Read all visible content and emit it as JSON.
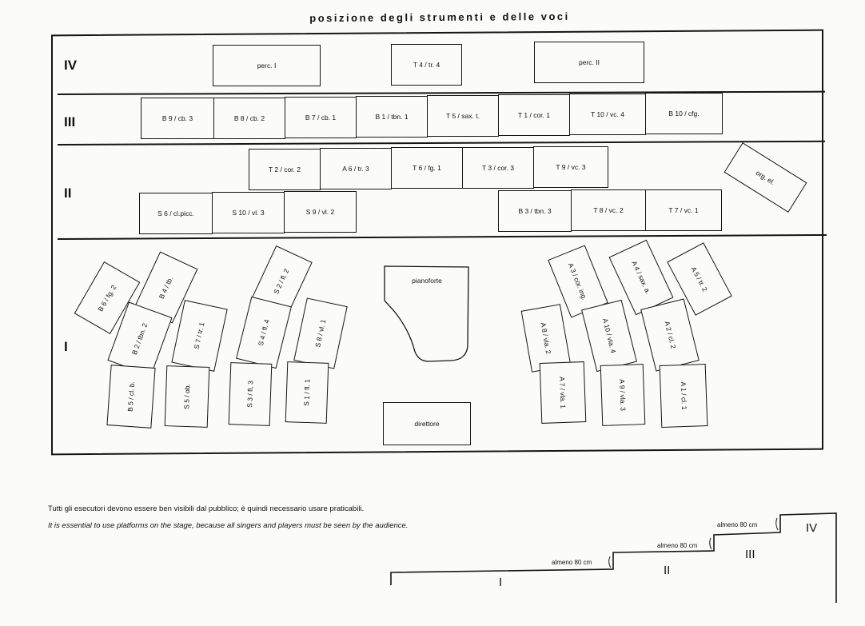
{
  "title": "posizione degli strumenti e delle voci",
  "rows": {
    "iv": "IV",
    "iii": "III",
    "ii": "II",
    "i": "I"
  },
  "row4": [
    "perc. I",
    "T 4 / tr. 4",
    "perc. II"
  ],
  "row3": [
    "B 9 / cb. 3",
    "B 8 / cb. 2",
    "B 7 / cb. 1",
    "B 1 / tbn. 1",
    "T 5 / sax. t.",
    "T 1 / cor. 1",
    "T 10 / vc. 4",
    "B 10 / cfg."
  ],
  "row2_top": [
    "T 2 / cor. 2",
    "A 6 / tr. 3",
    "T 6 / fg. 1",
    "T 3 / cor. 3",
    "T 9 / vc. 3"
  ],
  "row2_bottom": [
    "S 6 / cl.picc.",
    "S 10 / vl. 3",
    "S 9 / vl. 2",
    "B 3 / tbn. 3",
    "T 8 / vc. 2",
    "T 7 / vc. 1"
  ],
  "organ": "org. el.",
  "row1_left": [
    "B 6 / fg. 2",
    "B 4 / tb.",
    "B 2 / tbn. 2",
    "S 7 / tr. 1",
    "B 5 / cl. b.",
    "S 5 / ob.",
    "S 2 / fl. 2",
    "S 4 / fl. 4",
    "S 8 / vl. 1",
    "S 3 / fl. 3",
    "S 1 / fl. 1"
  ],
  "row1_right": [
    "A 3 / cor. ing.",
    "A 4 / sax. a.",
    "A 5 / tr. 2",
    "A 8 / vla. 2",
    "A 10 / vla. 4",
    "A 2 / cl. 2",
    "A 7 / vla. 1",
    "A 9 / vla. 3",
    "A 1 / cl. 1"
  ],
  "piano": "pianoforte",
  "conductor": "direttore",
  "note_it": "Tutti gli esecutori devono essere ben visibili dal pubblico; è quindi necessario usare praticabili.",
  "note_en": "It is essential to use platforms on the stage, because all singers and players must be seen by the audience.",
  "steps": {
    "height_label": "almeno 80 cm",
    "i": "I",
    "ii": "II",
    "iii": "III",
    "iv": "IV"
  }
}
